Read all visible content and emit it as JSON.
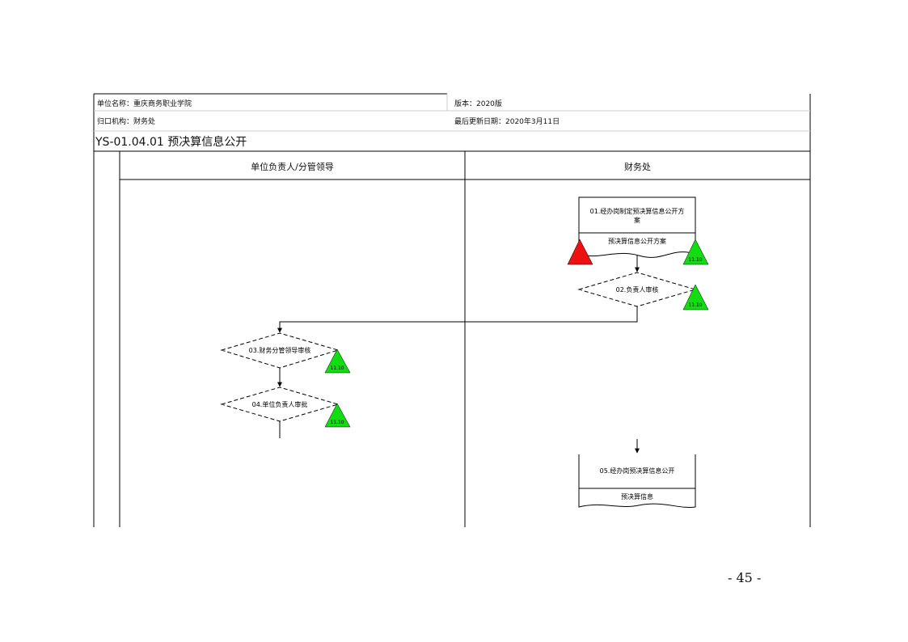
{
  "header": {
    "unit_name": "单位名称：重庆商务职业学院",
    "version": "版本：2020版",
    "department": "归口机构：财务处",
    "updated": "最后更新日期：2020年3月11日",
    "title": "YS-01.04.01 预决算信息公开"
  },
  "lanes": [
    "单位负责人/分管领导",
    "财务处"
  ],
  "steps": {
    "s1_line1": "01.经办岗制定预决算信息公开方",
    "s1_line2": "案",
    "s1_doc": "预决算信息公开方案",
    "s2": "02.负责人审核",
    "s3": "03.财务分管领导审核",
    "s4": "04.单位负责人审批",
    "s5": "05.经办岗预决算信息公开",
    "s5_doc": "预决算信息"
  },
  "risk_label": "11.10",
  "colors": {
    "risk_high": "#ee1111",
    "risk_low": "#11dd11"
  },
  "page_number": "- 45 -"
}
